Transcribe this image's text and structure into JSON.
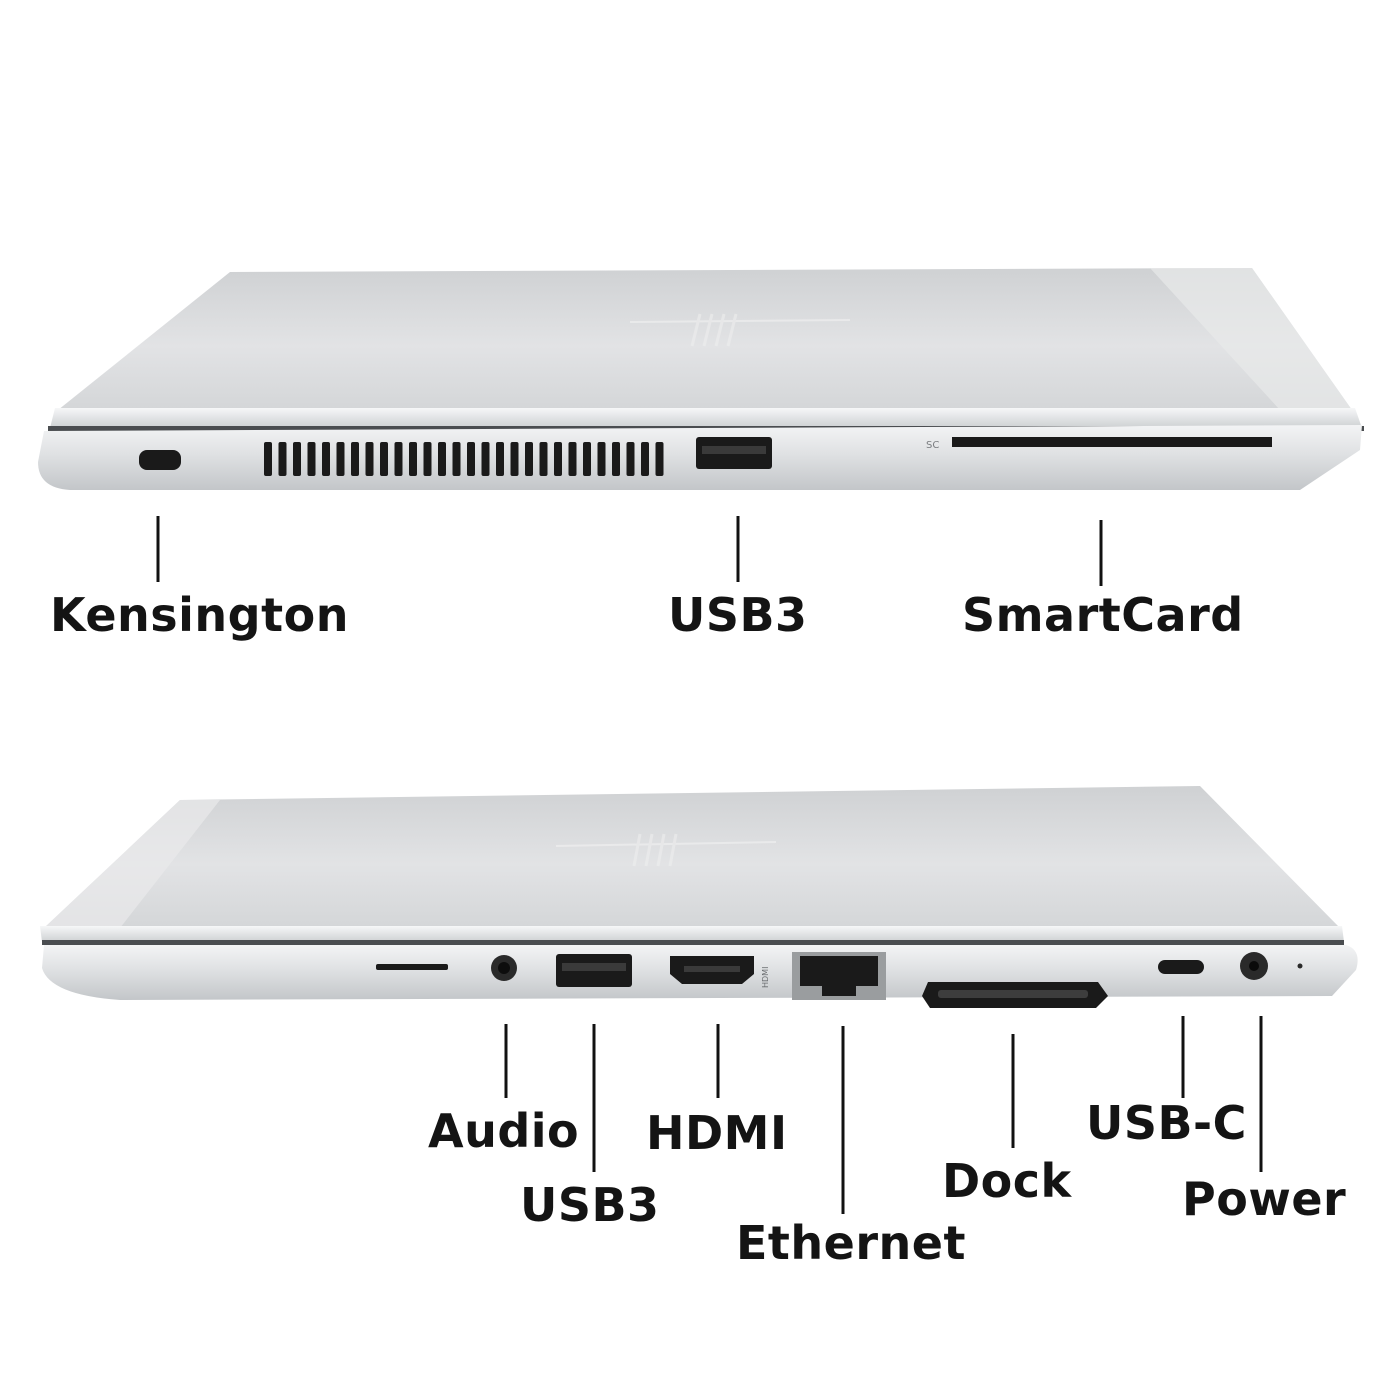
{
  "left_side_view": {
    "port_labels": {
      "kensington": "Kensington",
      "usb3": "USB3",
      "smartcard": "SmartCard"
    },
    "port_markings": {
      "smartcard_slot": "SC"
    }
  },
  "right_side_view": {
    "port_labels": {
      "audio": "Audio",
      "usb3": "USB3",
      "hdmi": "HDMI",
      "ethernet": "Ethernet",
      "dock": "Dock",
      "usb_c": "USB-C",
      "power": "Power"
    },
    "port_markings": {
      "hdmi_port": "HDMI"
    }
  },
  "colors": {
    "chassis_silver": "#d6d8da",
    "chassis_shadow": "#b9bcbf",
    "port_black": "#1a1a1a",
    "label_text": "#141414",
    "callout_line": "#111111"
  }
}
